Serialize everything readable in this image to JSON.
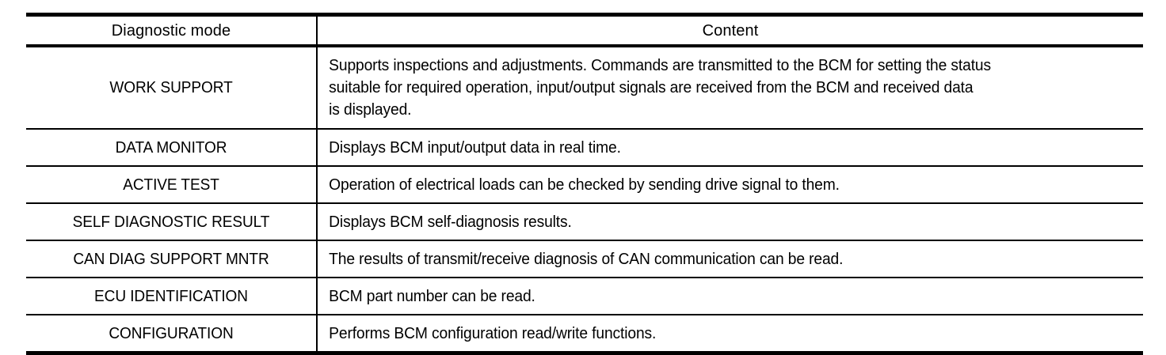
{
  "table": {
    "headers": {
      "mode": "Diagnostic mode",
      "content": "Content"
    },
    "rows": [
      {
        "mode": "WORK SUPPORT",
        "content_lines": [
          "Supports inspections and adjustments. Commands are transmitted to the BCM for setting the status",
          "suitable for required operation, input/output signals are received from the BCM and received data",
          "is displayed."
        ]
      },
      {
        "mode": "DATA MONITOR",
        "content_lines": [
          "Displays BCM input/output data in real time."
        ]
      },
      {
        "mode": "ACTIVE TEST",
        "content_lines": [
          "Operation of electrical loads can be checked by sending drive signal to them."
        ]
      },
      {
        "mode": "SELF DIAGNOSTIC RESULT",
        "content_lines": [
          "Displays BCM self-diagnosis results."
        ]
      },
      {
        "mode": "CAN DIAG SUPPORT MNTR",
        "content_lines": [
          "The results of transmit/receive diagnosis of CAN communication can be read."
        ]
      },
      {
        "mode": "ECU IDENTIFICATION",
        "content_lines": [
          "BCM part number can be read."
        ]
      },
      {
        "mode": "CONFIGURATION",
        "content_lines": [
          "Performs BCM configuration read/write functions."
        ]
      }
    ]
  },
  "colors": {
    "rule": "#000000",
    "text": "#000000",
    "background": "#ffffff"
  }
}
